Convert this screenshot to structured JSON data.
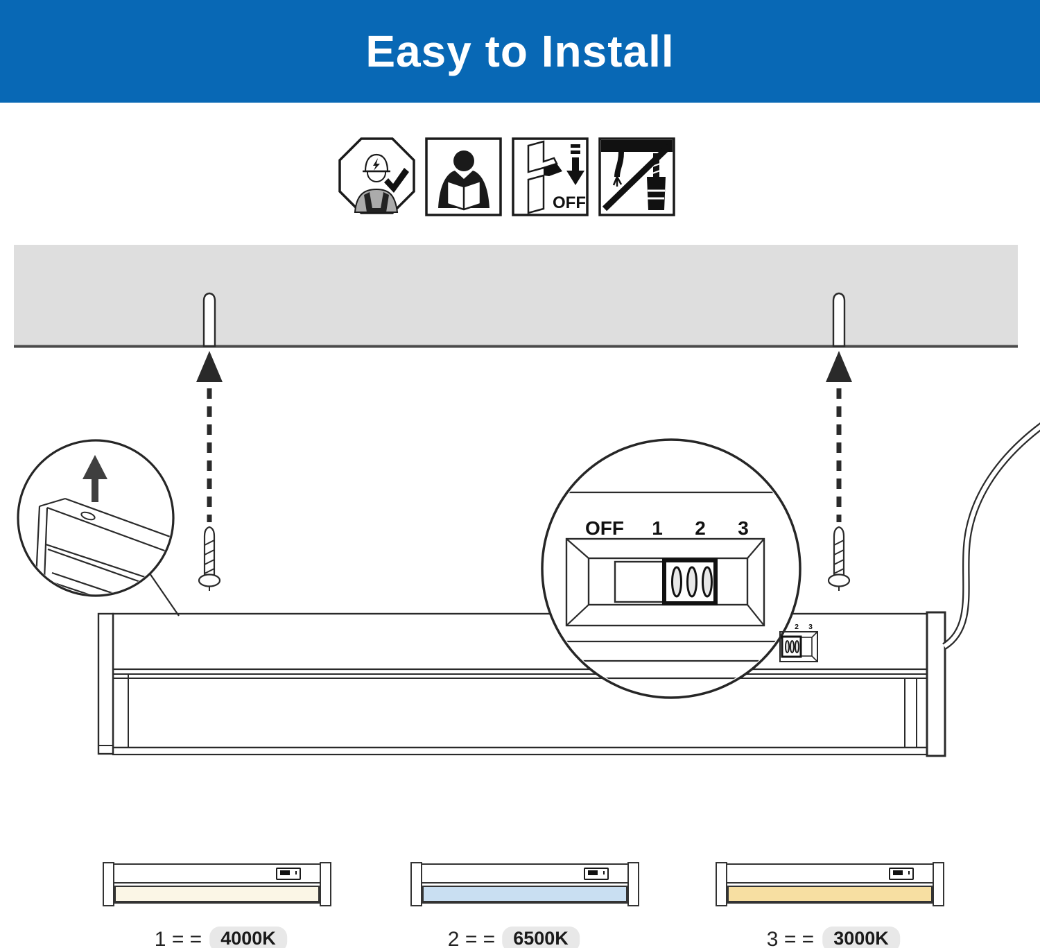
{
  "header": {
    "title": "Easy to Install",
    "bg_color": "#0868B5",
    "text_color": "#FFFFFF"
  },
  "safety_icons": {
    "names": [
      "qualified-electrician-icon",
      "read-manual-icon",
      "power-off-icon",
      "no-drilling-live-wire-icon"
    ],
    "power_off_label": "OFF"
  },
  "magnifier": {
    "switch_labels": [
      "OFF",
      "1",
      "2",
      "3"
    ]
  },
  "fixture": {
    "switch_small_labels": [
      "2",
      "3"
    ]
  },
  "color_temperature_options": [
    {
      "caption": "1 = =",
      "temperature": "4000K",
      "lens_color": "#FBF6E6"
    },
    {
      "caption": "2 = =",
      "temperature": "6500K",
      "lens_color": "#C9DFF2"
    },
    {
      "caption": "3 = =",
      "temperature": "3000K",
      "lens_color": "#F7DFA2"
    }
  ],
  "colors": {
    "ceiling_band": "#DEDEDE",
    "line_art": "#2A2A2A",
    "pill_bg": "#E8E8E8"
  }
}
